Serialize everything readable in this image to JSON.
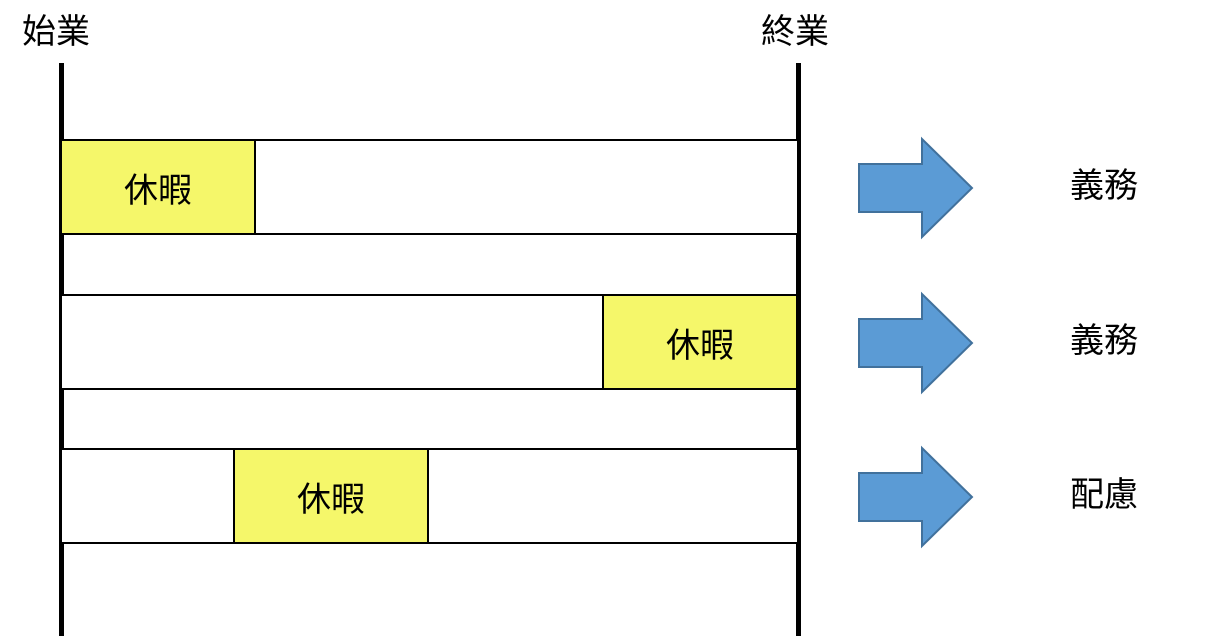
{
  "labels": {
    "start": "始業",
    "end": "終業"
  },
  "rows": [
    {
      "leave_label": "休暇",
      "leave_position": "start",
      "outcome": "義務"
    },
    {
      "leave_label": "休暇",
      "leave_position": "end",
      "outcome": "義務"
    },
    {
      "leave_label": "休暇",
      "leave_position": "middle",
      "outcome": "配慮"
    }
  ],
  "colors": {
    "leave_fill": "#f5f76a",
    "arrow_fill": "#5b9bd5",
    "arrow_stroke": "#41719c",
    "line": "#000000"
  },
  "icons": {
    "arrow": "arrow-right-icon"
  }
}
